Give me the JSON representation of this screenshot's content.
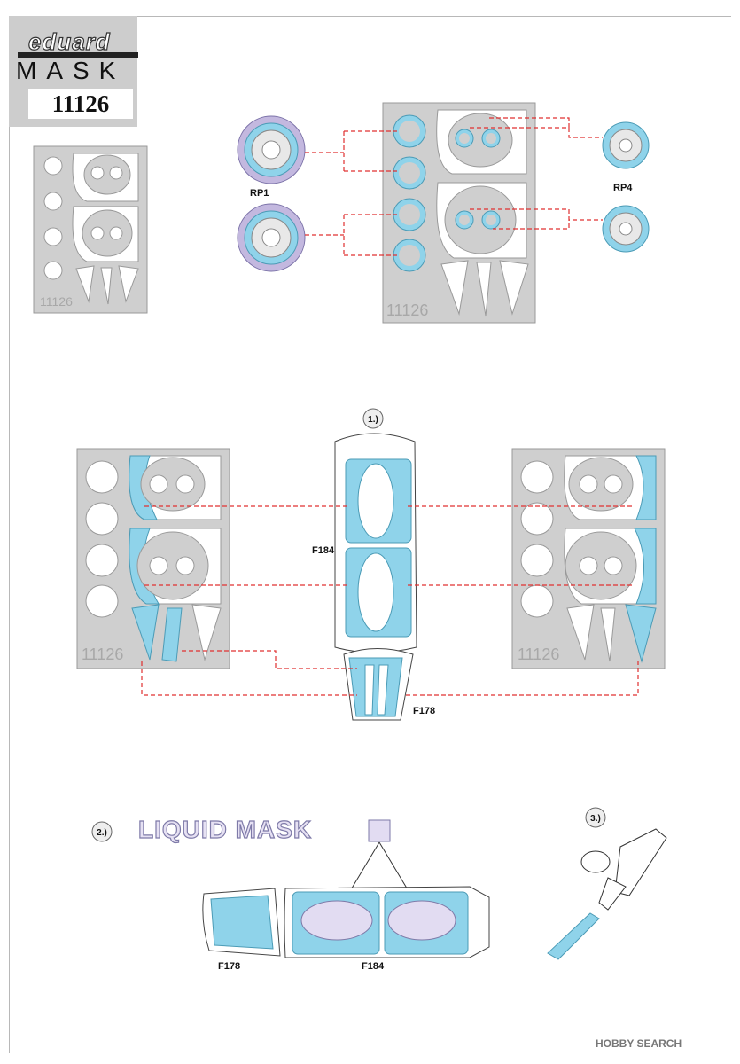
{
  "logo": {
    "brand": "eduard",
    "product": "MASK",
    "code": "11126"
  },
  "sheet_number": "11126",
  "labels": {
    "rp1": "RP1",
    "rp4": "RP4",
    "f184": "F184",
    "f178": "F178",
    "f178_b": "F178",
    "f184_b": "F184"
  },
  "steps": {
    "step1": "1.)",
    "step2": "2.)",
    "step3": "3.)"
  },
  "liquid_mask": "LIQUID MASK",
  "watermark": "HOBBY SEARCH",
  "colors": {
    "mask_blue": "#8fd3ea",
    "sheet_grey": "#cfcfcf",
    "tire_purple": "#c3b8df",
    "leader_red": "#e03030",
    "liquid_purple": "#e2dcf2"
  }
}
